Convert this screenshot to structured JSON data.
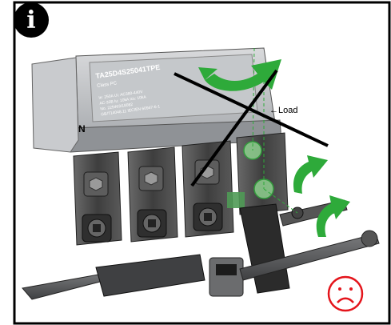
{
  "info_badge": {
    "icon": "info-icon",
    "glyph": "i"
  },
  "breaker": {
    "model": "TA25D4S25041TPE",
    "class_label": "Class PC",
    "spec_lines": [
      "Ie: 250A   Ui: AC380-440V",
      "AC-33B     Iu: 10kA  Ics: 10kA",
      "No. 225463/18082",
      "GB/T14048.11 IEC/EN 60947-6-1"
    ],
    "neutral_label": "N",
    "load_label": "Load"
  },
  "status": {
    "icon": "sad-face-icon",
    "meaning": "incorrect"
  },
  "colors": {
    "frame": "#000000",
    "breaker_body": "#bfc2c6",
    "terminal": "#4d4d4d",
    "arrow_green": "#2eaa3a",
    "cross_black": "#000000",
    "sad_red": "#e4141b",
    "wrench": "#58595b"
  }
}
